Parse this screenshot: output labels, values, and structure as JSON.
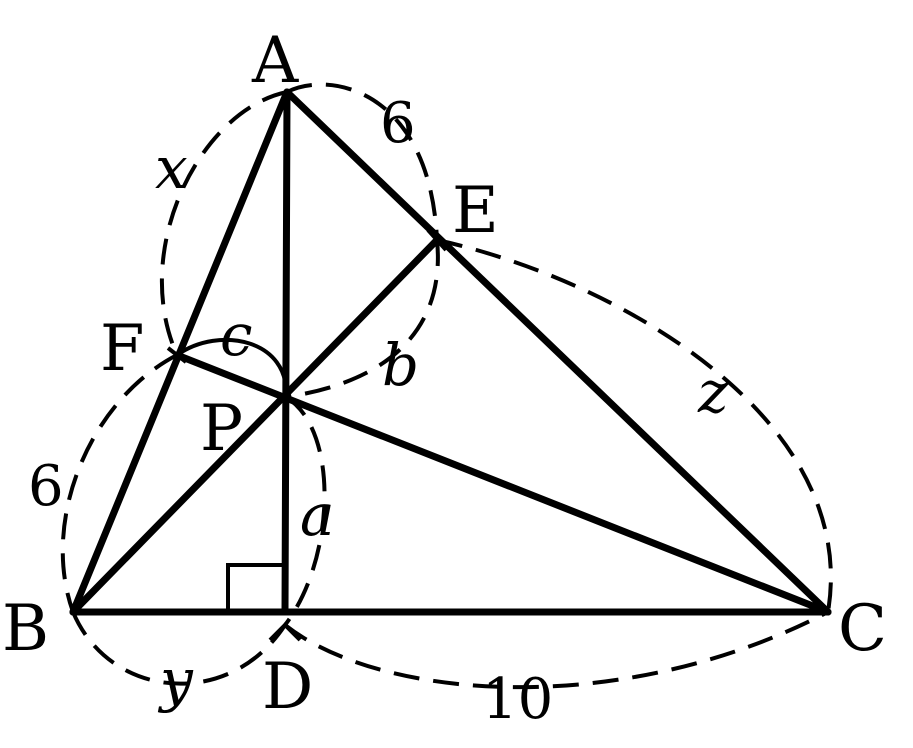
{
  "points": {
    "A": "A",
    "B": "B",
    "C": "C",
    "D": "D",
    "E": "E",
    "F": "F",
    "P": "P"
  },
  "measures": {
    "AE": "6",
    "BF": "6",
    "DC": "10",
    "AF": "x",
    "BD": "y",
    "EC": "z",
    "PD": "a",
    "PE": "b",
    "PF": "c"
  }
}
